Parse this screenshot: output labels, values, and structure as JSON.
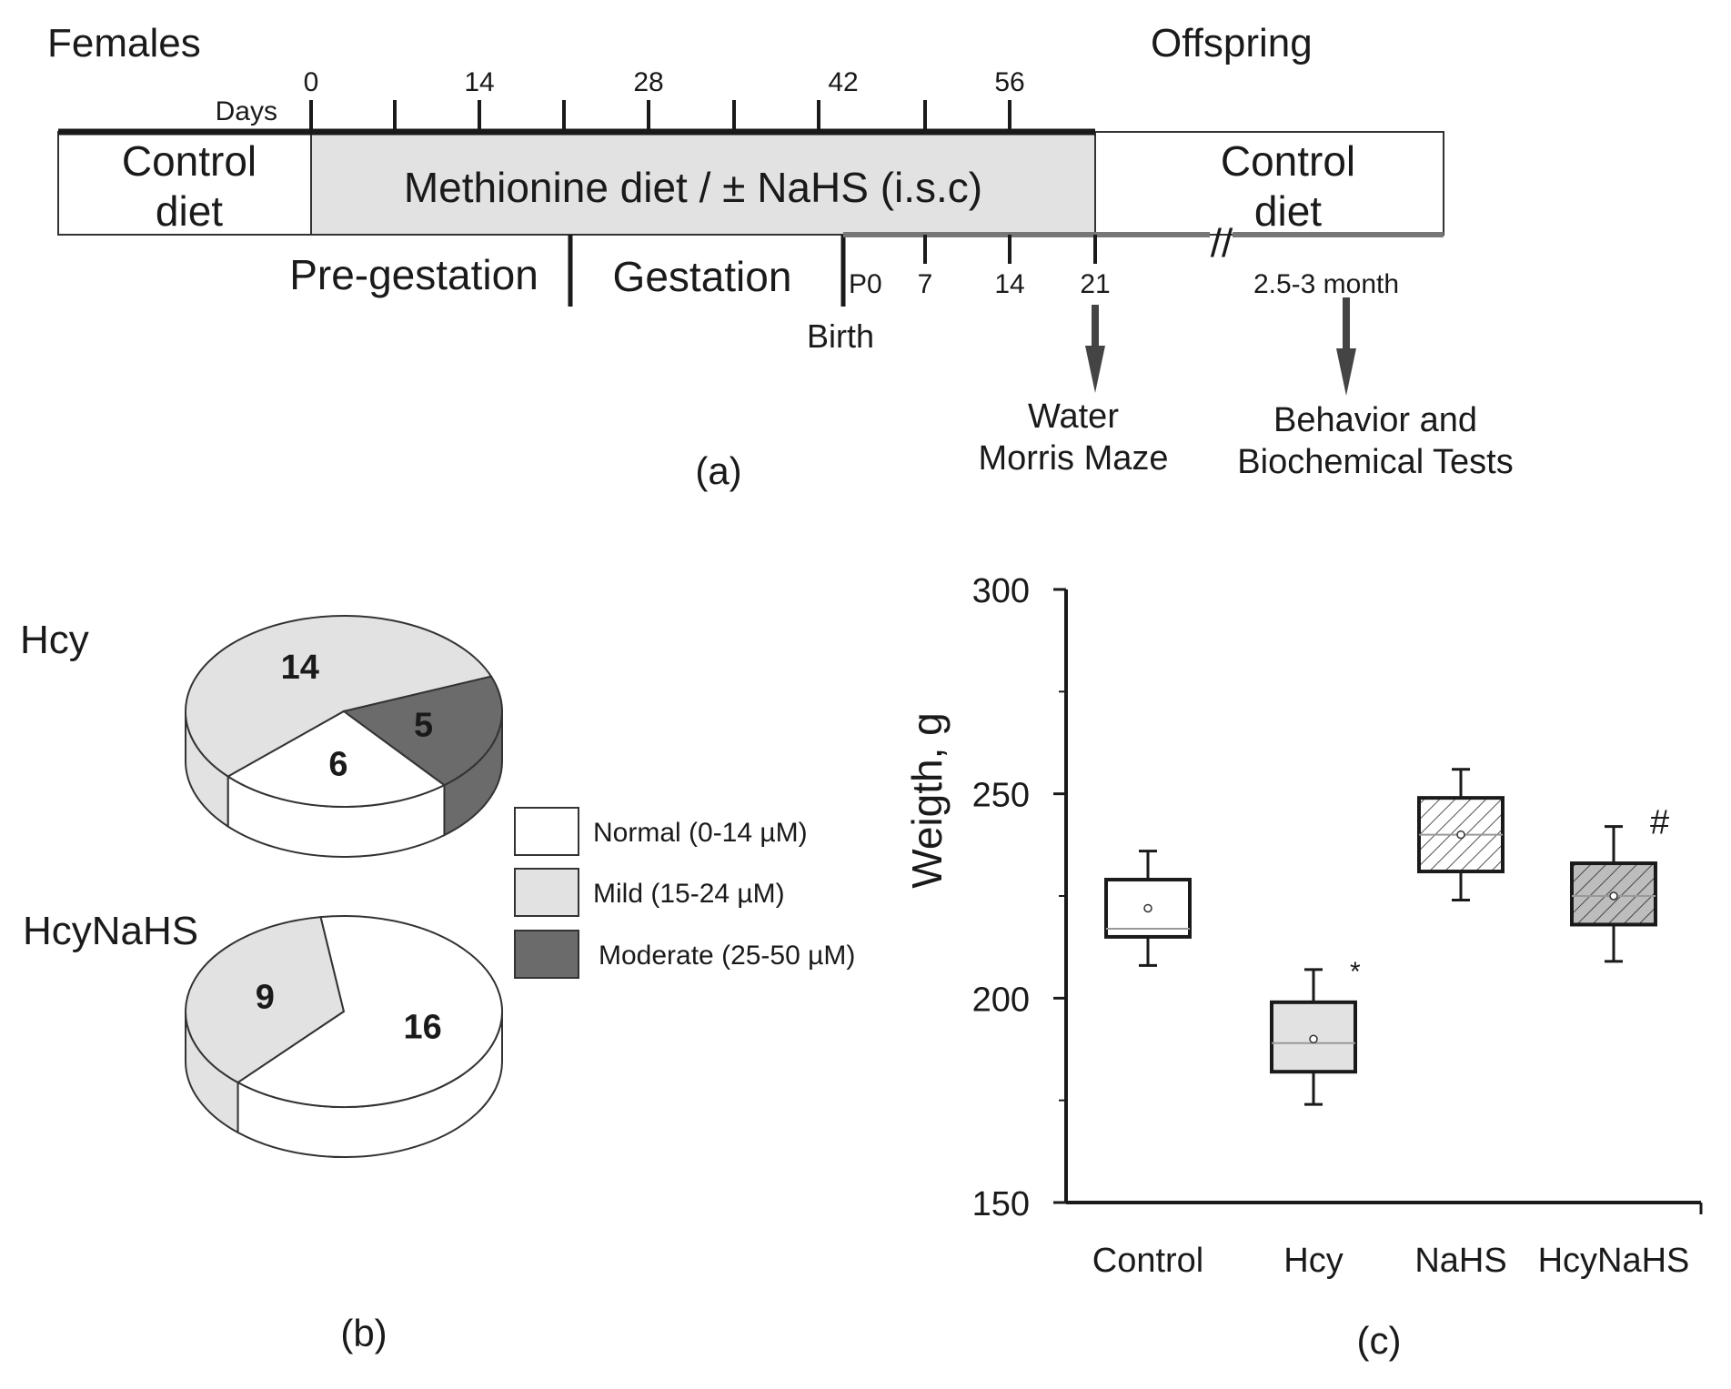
{
  "panel_a": {
    "females_label": "Females",
    "offspring_label": "Offspring",
    "days_label": "Days",
    "day_ticks": [
      "0",
      "14",
      "28",
      "42",
      "56"
    ],
    "control_diet_left": [
      "Control",
      "diet"
    ],
    "methionine_label": "Methionine diet  / ± NaHS (i.s.c)",
    "control_diet_right": [
      "Control",
      "diet"
    ],
    "pregestation_label": "Pre-gestation",
    "gestation_label": "Gestation",
    "postnatal_ticks": [
      "P0",
      "7",
      "14",
      "21"
    ],
    "birth_label": "Birth",
    "break_mark": "//",
    "month_label": "2.5-3 month",
    "arrow_left_text": [
      "Water",
      "Morris Maze"
    ],
    "arrow_right_text": [
      "Behavior and",
      "Biochemical Tests"
    ],
    "panel_label": "(a)"
  },
  "panel_b": {
    "panel_label": "(b)",
    "colors": {
      "normal": "#ffffff",
      "mild": "#e2e2e2",
      "moderate": "#6b6b6b"
    },
    "pies": [
      {
        "group": "Hcy",
        "slices": [
          {
            "category": "Mild",
            "value": 14
          },
          {
            "category": "Moderate",
            "value": 5
          },
          {
            "category": "Normal",
            "value": 6
          }
        ]
      },
      {
        "group": "HcyNaHS",
        "slices": [
          {
            "category": "Mild",
            "value": 9
          },
          {
            "category": "Normal",
            "value": 16
          }
        ]
      }
    ],
    "legend": [
      {
        "key": "normal",
        "label": "Normal (0-14 µM)"
      },
      {
        "key": "mild",
        "label": "Mild (15-24 µM)"
      },
      {
        "key": "moderate",
        "label": "Moderate (25-50 µM)"
      }
    ]
  },
  "panel_c": {
    "panel_label": "(c)",
    "chart_data": {
      "type": "box",
      "ylabel": "Weigth, g",
      "xlabel": "",
      "ylim": [
        150,
        300
      ],
      "yticks": [
        150,
        200,
        250,
        300
      ],
      "categories": [
        "Control",
        "Hcy",
        "NaHS",
        "HcyNaHS"
      ],
      "boxes": [
        {
          "group": "Control",
          "min": 208,
          "q1": 215,
          "median": 217,
          "q3": 229,
          "max": 236,
          "mean": 222,
          "fill": "plain",
          "mark": ""
        },
        {
          "group": "Hcy",
          "min": 174,
          "q1": 182,
          "median": 189,
          "q3": 199,
          "max": 207,
          "mean": 190,
          "fill": "light-gray",
          "mark": "*"
        },
        {
          "group": "NaHS",
          "min": 224,
          "q1": 231,
          "median": 240,
          "q3": 249,
          "max": 256,
          "mean": 240,
          "fill": "hatched",
          "mark": ""
        },
        {
          "group": "HcyNaHS",
          "min": 209,
          "q1": 218,
          "median": 225,
          "q3": 233,
          "max": 242,
          "mean": 225,
          "fill": "hatched-gray",
          "mark": "#"
        }
      ]
    }
  }
}
